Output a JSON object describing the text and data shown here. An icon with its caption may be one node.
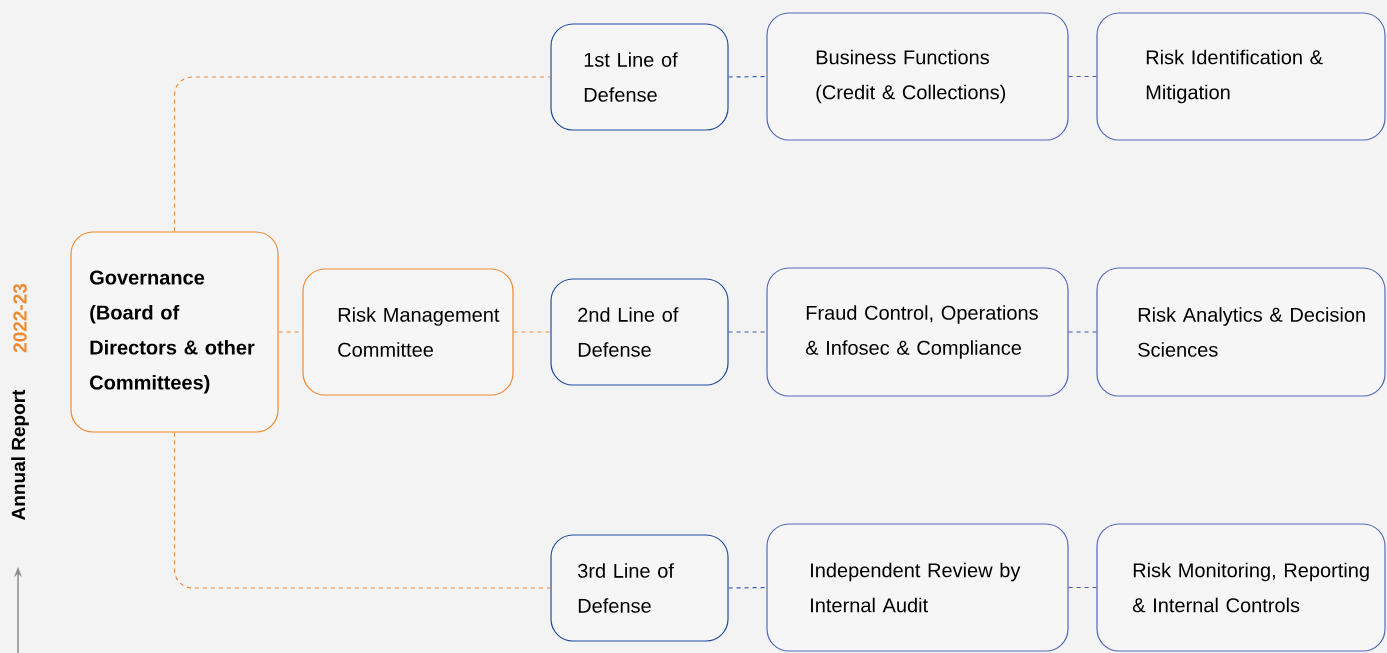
{
  "diagram": {
    "nodes": [
      {
        "text": [
          "Governance (Board of Directors & other Committees)"
        ]
      },
      {
        "text": [
          "Risk Management Committee"
        ]
      },
      {
        "text": [
          "1st Line of Defense"
        ]
      },
      {
        "text": [
          "Business Functions (Credit & Collections)"
        ]
      },
      {
        "text": [
          "Risk Identification & Mitigation"
        ]
      },
      {
        "text": [
          "2nd Line of Defense"
        ]
      },
      {
        "text": [
          "Fraud Control, Operations & Infosec & Compliance"
        ]
      },
      {
        "text": [
          "Risk Analytics & Decision Sciences"
        ]
      },
      {
        "text": [
          "3rd Line  of Defense"
        ]
      },
      {
        "text": [
          "Independent Review by Internal Audit"
        ]
      },
      {
        "text": [
          "Risk Monitoring, Reporting & Internal Controls"
        ]
      }
    ],
    "edges": [
      {
        "from": 0,
        "to": 2,
        "arrow": "none",
        "style": "dashed",
        "color": "#f0883a"
      },
      {
        "from": 0,
        "to": 1,
        "arrow": "none",
        "style": "dashed",
        "color": "#f0883a"
      },
      {
        "from": 1,
        "to": 5,
        "arrow": "none",
        "style": "dashed",
        "color": "#f0883a"
      },
      {
        "from": 0,
        "to": 8,
        "arrow": "none",
        "style": "dashed",
        "color": "#f0883a"
      },
      {
        "from": 2,
        "to": 3,
        "arrow": "none",
        "style": "dashed"
      },
      {
        "from": 3,
        "to": 4,
        "arrow": "none",
        "style": "dashed"
      },
      {
        "from": 5,
        "to": 6,
        "arrow": "none",
        "style": "dashed"
      },
      {
        "from": 6,
        "to": 7,
        "arrow": "none",
        "style": "dashed"
      },
      {
        "from": 8,
        "to": 9,
        "arrow": "none",
        "style": "dashed"
      },
      {
        "from": 9,
        "to": 10,
        "arrow": "none",
        "style": "dashed"
      }
    ],
    "labels": [
      "Annual Report",
      "2022-23"
    ]
  }
}
